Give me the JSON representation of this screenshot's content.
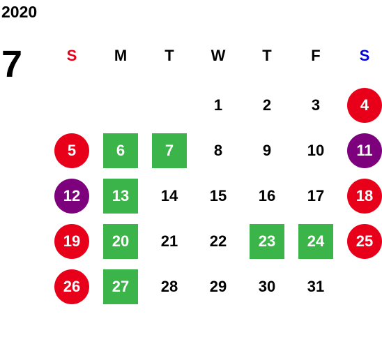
{
  "calendar": {
    "year": "2020",
    "month": "7",
    "weekdays": [
      "S",
      "M",
      "T",
      "W",
      "T",
      "F",
      "S"
    ],
    "weeks": [
      [
        {
          "label": "",
          "style": "empty"
        },
        {
          "label": "",
          "style": "empty"
        },
        {
          "label": "",
          "style": "empty"
        },
        {
          "label": "1",
          "style": "plain"
        },
        {
          "label": "2",
          "style": "plain"
        },
        {
          "label": "3",
          "style": "plain"
        },
        {
          "label": "4",
          "style": "holiday-red"
        }
      ],
      [
        {
          "label": "5",
          "style": "holiday-red"
        },
        {
          "label": "6",
          "style": "green"
        },
        {
          "label": "7",
          "style": "green"
        },
        {
          "label": "8",
          "style": "plain"
        },
        {
          "label": "9",
          "style": "plain"
        },
        {
          "label": "10",
          "style": "plain"
        },
        {
          "label": "11",
          "style": "holiday-purple"
        }
      ],
      [
        {
          "label": "12",
          "style": "holiday-purple"
        },
        {
          "label": "13",
          "style": "green"
        },
        {
          "label": "14",
          "style": "plain"
        },
        {
          "label": "15",
          "style": "plain"
        },
        {
          "label": "16",
          "style": "plain"
        },
        {
          "label": "17",
          "style": "plain"
        },
        {
          "label": "18",
          "style": "holiday-red"
        }
      ],
      [
        {
          "label": "19",
          "style": "holiday-red"
        },
        {
          "label": "20",
          "style": "green"
        },
        {
          "label": "21",
          "style": "plain"
        },
        {
          "label": "22",
          "style": "plain"
        },
        {
          "label": "23",
          "style": "green"
        },
        {
          "label": "24",
          "style": "green"
        },
        {
          "label": "25",
          "style": "holiday-red"
        }
      ],
      [
        {
          "label": "26",
          "style": "holiday-red"
        },
        {
          "label": "27",
          "style": "green"
        },
        {
          "label": "28",
          "style": "plain"
        },
        {
          "label": "29",
          "style": "plain"
        },
        {
          "label": "30",
          "style": "plain"
        },
        {
          "label": "31",
          "style": "plain"
        },
        {
          "label": "",
          "style": "empty"
        }
      ]
    ],
    "colors": {
      "sunday_header": "#e8001a",
      "saturday_header": "#0000e0",
      "holiday_red": "#e8001a",
      "holiday_purple": "#7d007d",
      "highlight_green": "#3bb54a"
    }
  }
}
